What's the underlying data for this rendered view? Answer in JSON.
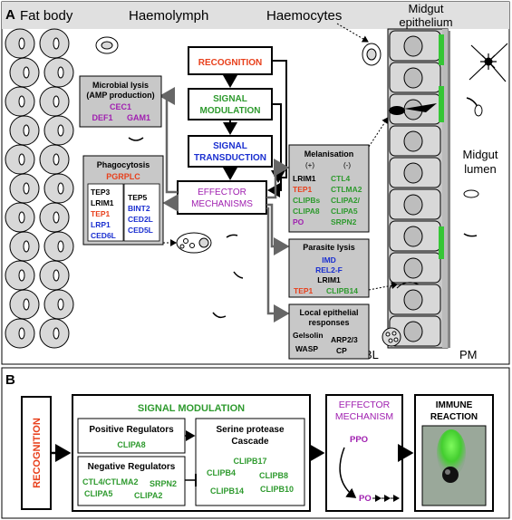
{
  "panelA": {
    "label": "A",
    "regions": {
      "fat_body": "Fat body",
      "haemolymph": "Haemolymph",
      "haemocytes": "Haemocytes",
      "midgut_epithelium_1": "Midgut",
      "midgut_epithelium_2": "epithelium",
      "midgut_lumen_1": "Midgut",
      "midgut_lumen_2": "lumen",
      "bl": "BL",
      "pm": "PM"
    },
    "pathway": {
      "recognition": "RECOGNITION",
      "signal_modulation_1": "SIGNAL",
      "signal_modulation_2": "MODULATION",
      "signal_transduction_1": "SIGNAL",
      "signal_transduction_2": "TRANSDUCTION",
      "effector_1": "EFFECTOR",
      "effector_2": "MECHANISMS"
    },
    "microbial_lysis": {
      "title_1": "Microbial lysis",
      "title_2": "(AMP production)",
      "items": [
        "CEC1",
        "DEF1",
        "GAM1"
      ]
    },
    "phagocytosis": {
      "title": "Phagocytosis",
      "top": "PGRPLC",
      "left": [
        "TEP3",
        "LRIM1",
        "TEP1",
        "LRP1",
        "CED6L"
      ],
      "right": [
        "TEP5",
        "BINT2",
        "CED2L",
        "CED5L"
      ]
    },
    "melanisation": {
      "title": "Melanisation",
      "plus": "(+)",
      "minus": "(-)",
      "left": [
        "LRIM1",
        "TEP1",
        "CLIPBs",
        "CLIPA8",
        "PO"
      ],
      "right": [
        "CTL4",
        "CTLMA2",
        "CLIPA2/",
        "CLIPA5",
        "SRPN2"
      ]
    },
    "parasite_lysis": {
      "title": "Parasite lysis",
      "items": [
        "IMD",
        "REL2-F",
        "LRIM1",
        "TEP1",
        "CLIPB14"
      ]
    },
    "local_epithelial": {
      "title_1": "Local epithelial",
      "title_2": "responses",
      "items": [
        "Gelsolin",
        "ARP2/3",
        "WASP",
        "CP"
      ]
    }
  },
  "panelB": {
    "label": "B",
    "recognition": "RECOGNITION",
    "signal_modulation": "SIGNAL MODULATION",
    "positive_regulators": {
      "title": "Positive Regulators",
      "items": [
        "CLIPA8"
      ]
    },
    "negative_regulators": {
      "title": "Negative Regulators",
      "items": [
        "CTL4/CTLMA2",
        "SRPN2",
        "CLIPA5",
        "CLIPA2"
      ]
    },
    "serine_protease": {
      "title_1": "Serine protease",
      "title_2": "Cascade",
      "items": [
        "CLIPB17",
        "CLIPB4",
        "CLIPB8",
        "CLIPB14",
        "CLIPB10"
      ]
    },
    "effector_mechanism_1": "EFFECTOR",
    "effector_mechanism_2": "MECHANISM",
    "ppo": "PPO",
    "po": "PO",
    "immune_reaction_1": "IMMUNE",
    "immune_reaction_2": "REACTION"
  },
  "colors": {
    "red": "#e8401c",
    "green": "#2e9a2e",
    "blue": "#1a2fd0",
    "purple": "#a020b0",
    "gray_box": "#c8c8c8",
    "cell_fill": "#d8d8d8"
  }
}
